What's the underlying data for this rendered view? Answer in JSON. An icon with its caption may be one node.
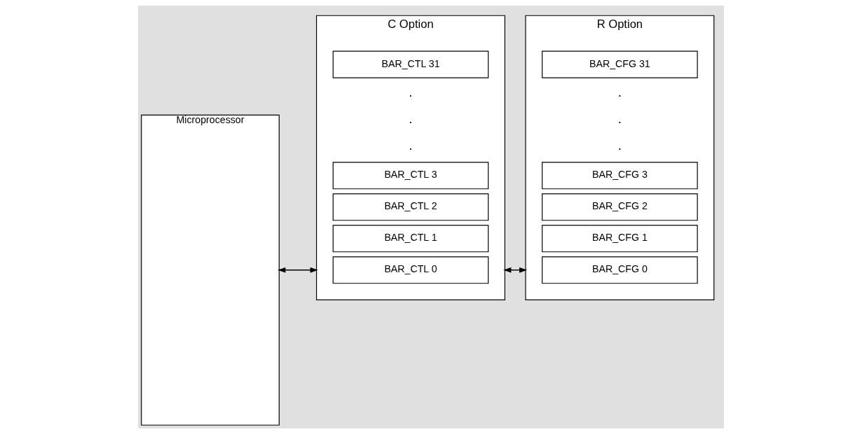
{
  "diagram": {
    "nodes": [
      {
        "text": [
          "Microprocessor"
        ]
      },
      {
        "text": [
          "C Option"
        ]
      },
      {
        "text": [
          "BAR_CTL 0"
        ],
        "in": 1
      },
      {
        "text": [
          "BAR_CTL 1"
        ],
        "in": 1
      },
      {
        "text": [
          "BAR_CTL 2"
        ],
        "in": 1
      },
      {
        "text": [
          "BAR_CTL 3"
        ],
        "in": 1
      },
      {
        "text": [
          "BAR_CTL 31"
        ],
        "in": 1
      },
      {
        "text": [
          "R Option"
        ]
      },
      {
        "text": [
          "BAR_CFG 0"
        ],
        "in": 7
      },
      {
        "text": [
          "BAR_CFG 1"
        ],
        "in": 7
      },
      {
        "text": [
          "BAR_CFG 2"
        ],
        "in": 7
      },
      {
        "text": [
          "BAR_CFG 3"
        ],
        "in": 7
      },
      {
        "text": [
          "BAR_CFG 31"
        ],
        "in": 7
      }
    ],
    "edges": [
      {
        "from": 0,
        "to": 1,
        "arrow": "both"
      },
      {
        "from": 1,
        "to": 7,
        "arrow": "both"
      }
    ],
    "labels": [
      ".",
      ".",
      ".",
      ".",
      ".",
      "."
    ]
  }
}
